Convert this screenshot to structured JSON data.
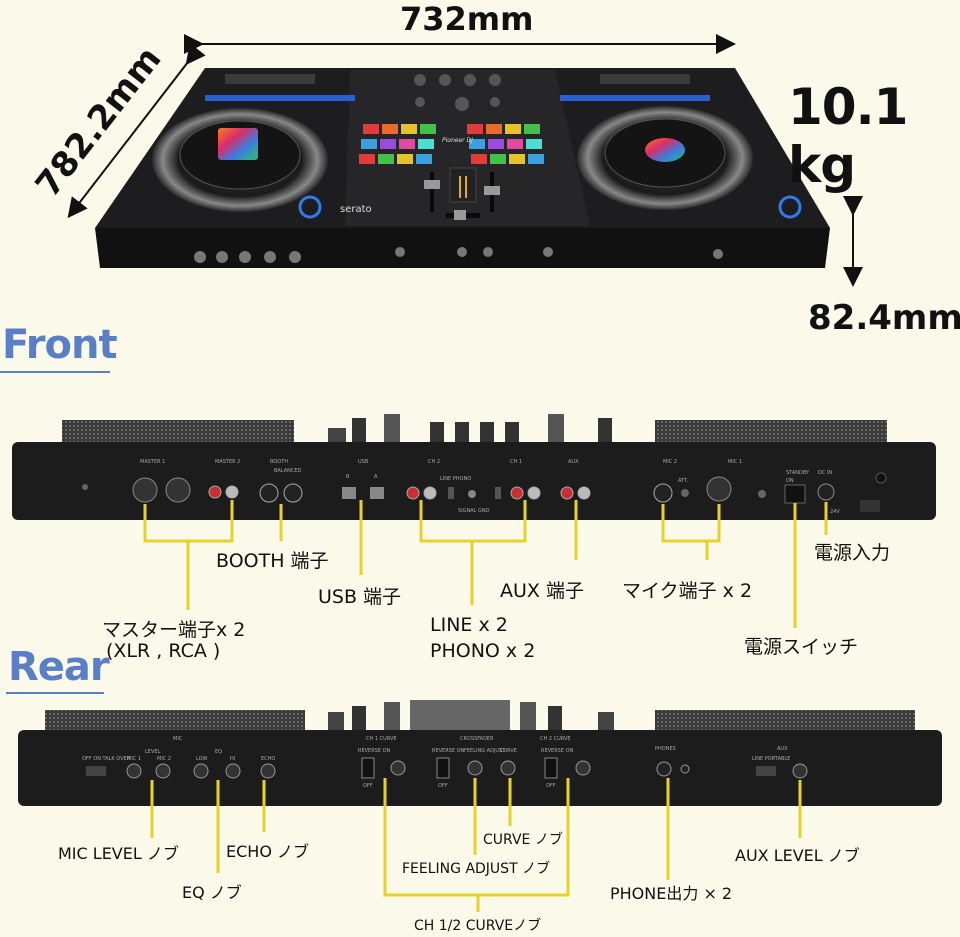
{
  "dimensions": {
    "width": "732mm",
    "depth": "782.2mm",
    "weight": "10.1 kg",
    "height": "82.4mm"
  },
  "sections": {
    "front": "Front",
    "rear": "Rear"
  },
  "front_panel": {
    "labels": {
      "master1": "MASTER 1",
      "master2": "MASTER 2",
      "booth": "BOOTH",
      "balanced": "BALANCED",
      "usb": "USB",
      "usb_b": "B",
      "usb_a": "A",
      "ch2": "CH 2",
      "ch1": "CH 1",
      "aux": "AUX",
      "mic2": "MIC 2",
      "mic1": "MIC 1",
      "standby": "STANDBY",
      "on": "ON",
      "dc_in": "DC IN",
      "v24": "24V",
      "att": "ATT.",
      "signal_gnd": "SIGNAL GND",
      "line_phono": "LINE PHONO"
    },
    "callouts": {
      "master": "マスター端子x 2",
      "master_sub": "(XLR , RCA )",
      "booth": "BOOTH 端子",
      "usb": "USB 端子",
      "line": "LINE x 2",
      "phono": "PHONO x 2",
      "aux": "AUX 端子",
      "mic": "マイク端子 x 2",
      "power_in": "電源入力",
      "power_switch": "電源スイッチ"
    }
  },
  "rear_panel": {
    "labels": {
      "mic": "MIC",
      "level": "LEVEL",
      "eq": "EQ",
      "mic1": "MIC 1",
      "mic2": "MIC 2",
      "low": "LOW",
      "hi": "HI",
      "echo": "ECHO",
      "ch1_curve": "CH 1 CURVE",
      "crossfader": "CROSSFADER",
      "ch2_curve": "CH 2 CURVE",
      "reverse_on": "REVERSE ON",
      "off": "OFF",
      "feeling_adjust": "FEELING ADJUST",
      "curve": "CURVE",
      "phones": "PHONES",
      "aux": "AUX",
      "off_on_talk": "OFF ON TALK OVER",
      "line_portable": "LINE PORTABLE"
    },
    "callouts": {
      "mic_level": "MIC LEVEL ノブ",
      "eq": "EQ ノブ",
      "echo": "ECHO ノブ",
      "curve": "CURVE ノブ",
      "feeling_adjust": "FEELING ADJUST ノブ",
      "ch_curve": "CH 1/2 CURVEノブ",
      "phone_out": "PHONE出力 × 2",
      "aux_level": "AUX LEVEL ノブ"
    }
  },
  "top_view": {
    "brand": "Pioneer DJ",
    "software": "serato"
  },
  "colors": {
    "background": "#fbf9ea",
    "section_title": "#5a7fc6",
    "callout_line": "#e6d22a",
    "device_body": "#1d1d1f"
  }
}
